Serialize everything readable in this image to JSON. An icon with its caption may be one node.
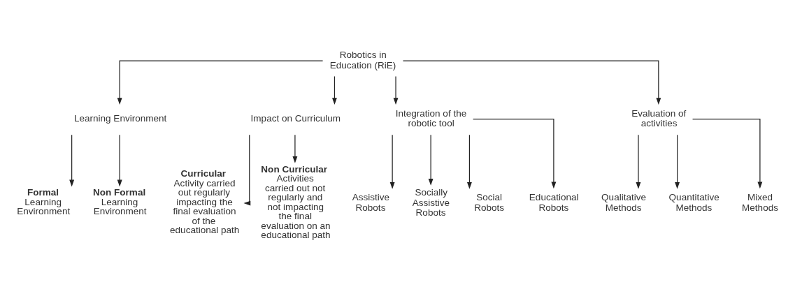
{
  "diagram": {
    "nodes": [
      {
        "text": [
          "Robotics in Education (RiE)"
        ]
      },
      {
        "text": [
          "Learning Environment"
        ]
      },
      {
        "text": [
          "Impact on Curriculum"
        ]
      },
      {
        "text": [
          "Integration of the robotic tool"
        ]
      },
      {
        "text": [
          "Evaluation of activities"
        ]
      },
      {
        "text": [
          "Formal",
          "Learning Environment"
        ]
      },
      {
        "text": [
          "Non Formal",
          "Learning Environment"
        ]
      },
      {
        "text": [
          "Curricular",
          "Activity carried out regularly impacting the final evaluation of the educational path"
        ]
      },
      {
        "text": [
          "Non Curricular",
          "Activities carried out not regularly and not impacting the final evaluation on an educational path"
        ]
      },
      {
        "text": [
          "Assistive Robots"
        ]
      },
      {
        "text": [
          "Socially Assistive Robots"
        ]
      },
      {
        "text": [
          "Social Robots"
        ]
      },
      {
        "text": [
          "Educational Robots"
        ]
      },
      {
        "text": [
          "Qualitative Methods"
        ]
      },
      {
        "text": [
          "Quantitative Methods"
        ]
      },
      {
        "text": [
          "Mixed Methods"
        ]
      }
    ],
    "edges": [
      {
        "from": 0,
        "to": 1,
        "arrow": "to"
      },
      {
        "from": 0,
        "to": 2,
        "arrow": "to"
      },
      {
        "from": 0,
        "to": 3,
        "arrow": "to"
      },
      {
        "from": 0,
        "to": 4,
        "arrow": "to"
      },
      {
        "from": 1,
        "to": 5,
        "arrow": "to"
      },
      {
        "from": 1,
        "to": 6,
        "arrow": "to"
      },
      {
        "from": 2,
        "to": 7,
        "arrow": "to"
      },
      {
        "from": 2,
        "to": 8,
        "arrow": "to"
      },
      {
        "from": 3,
        "to": 9,
        "arrow": "to"
      },
      {
        "from": 3,
        "to": 10,
        "arrow": "to"
      },
      {
        "from": 3,
        "to": 11,
        "arrow": "to"
      },
      {
        "from": 3,
        "to": 12,
        "arrow": "to"
      },
      {
        "from": 4,
        "to": 13,
        "arrow": "to"
      },
      {
        "from": 4,
        "to": 14,
        "arrow": "to"
      },
      {
        "from": 4,
        "to": 15,
        "arrow": "to"
      }
    ]
  }
}
